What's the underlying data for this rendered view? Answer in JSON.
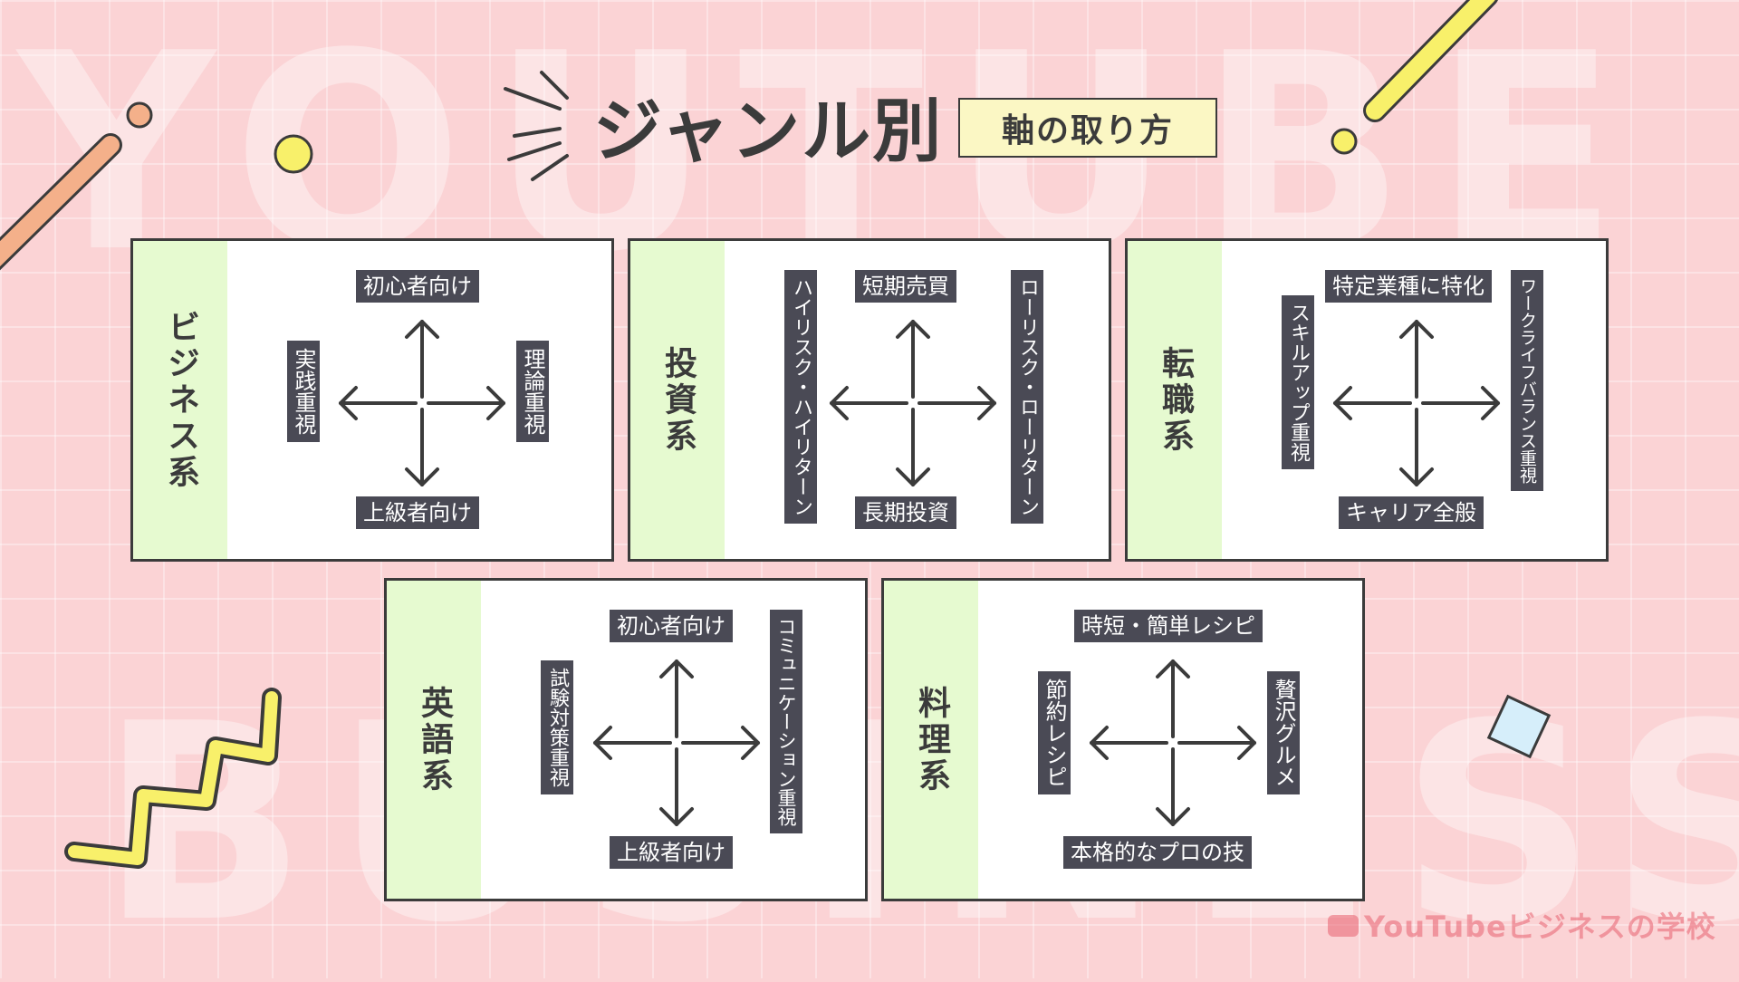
{
  "background_words": [
    "YOUTUBE",
    "BUSINESS"
  ],
  "title": "ジャンル別",
  "subtitle": "軸の取り方",
  "cards": [
    {
      "name": "ビジネス系",
      "top": "初心者向け",
      "bottom": "上級者向け",
      "left": "実践重視",
      "right": "理論重視"
    },
    {
      "name": "投資系",
      "top": "短期売買",
      "bottom": "長期投資",
      "left": "ハイリスク・ハイリターン",
      "right": "ローリスク・ローリターン"
    },
    {
      "name": "転職系",
      "top": "特定業種に特化",
      "bottom": "キャリア全般",
      "left": "スキルアップ重視",
      "right": "ワークライフバランス重視"
    },
    {
      "name": "英語系",
      "top": "初心者向け",
      "bottom": "上級者向け",
      "left": "試験対策重視",
      "right": "コミュニケーション重視"
    },
    {
      "name": "料理系",
      "top": "時短・簡単レシピ",
      "bottom": "本格的なプロの技",
      "left": "節約レシピ",
      "right": "贅沢グルメ"
    }
  ],
  "logo": "YouTubeビジネスの学校",
  "colors": {
    "background": "#fbd3d5",
    "card_side": "#e6fad0",
    "label_bg": "#4a4a55",
    "subtitle_bg": "#fbf7c4",
    "text": "#3b3b3b",
    "accent_yellow": "#f8f06a",
    "accent_orange": "#f4b08a",
    "accent_blue": "#d6eefa"
  }
}
